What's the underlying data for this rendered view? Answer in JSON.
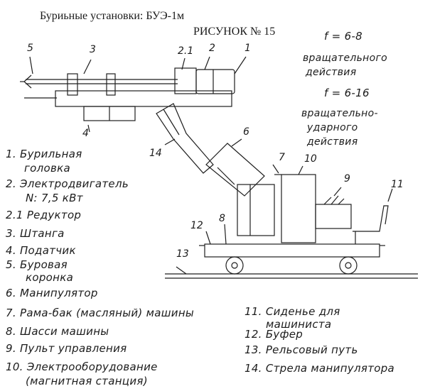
{
  "header": {
    "title": "Буриьные установки: БУЭ-1м",
    "figure": "РИСУНОК № 15"
  },
  "notes": {
    "rot_freq": "f = 6-8",
    "rot_label_1": "вращательного",
    "rot_label_2": "действия",
    "perc_freq": "f = 6-16",
    "perc_label_1": "вращательно-",
    "perc_label_2": "ударного",
    "perc_label_3": "действия"
  },
  "callouts": [
    "5",
    "3",
    "2.1",
    "2",
    "1",
    "4",
    "6",
    "7",
    "10",
    "9",
    "11",
    "14",
    "12",
    "8",
    "13"
  ],
  "legend": {
    "l1a": "1. Бурильная",
    "l1b": "головка",
    "l2a": "2. Электродвигатель",
    "l2b": "N: 7,5 кВт",
    "l21": "2.1 Редуктор",
    "l3": "3. Штанга",
    "l4": "4. Податчик",
    "l5a": "5. Буровая",
    "l5b": "коронка",
    "l6": "6. Манипулятор",
    "l7": "7. Рама-бак (масляный) машины",
    "l8": "8. Шасси машины",
    "l9": "9. Пульт управления",
    "l10a": "10. Электрооборудование",
    "l10b": "(магнитная станция)",
    "l11a": "11. Сиденье для",
    "l11b": "машиниста",
    "l12": "12. Буфер",
    "l13": "13. Рельсовый путь",
    "l14": "14. Стрела манипулятора"
  }
}
